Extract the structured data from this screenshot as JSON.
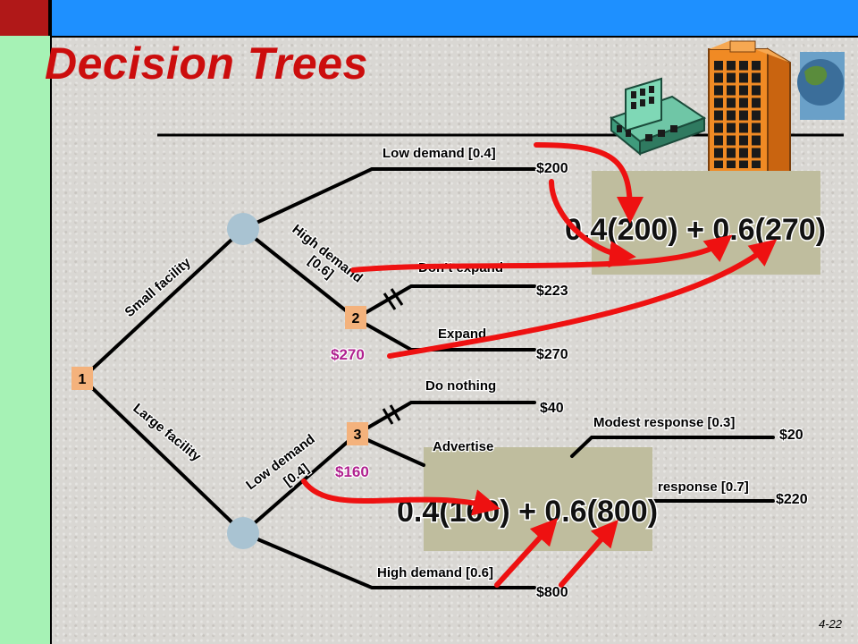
{
  "slide": {
    "title": "Decision Trees",
    "page_number": "4-22"
  },
  "decisions": {
    "node_1": "1",
    "node_2": "2",
    "node_3": "3"
  },
  "branches": {
    "small_facility": "Small facility",
    "large_facility": "Large facility",
    "low_demand_small": "Low demand [0.4]",
    "high_demand_small_line1": "High demand",
    "high_demand_small_line2": "[0.6]",
    "dont_expand": "Don’t expand",
    "expand": "Expand",
    "do_nothing": "Do nothing",
    "advertise": "Advertise",
    "modest_response": "Modest response [0.3]",
    "sizable_response": "response [0.7]",
    "low_demand_large_line1": "Low demand",
    "low_demand_large_line2": "[0.4]",
    "high_demand_large": "High demand [0.6]"
  },
  "payoffs": {
    "low_demand_small": "$200",
    "dont_expand": "$223",
    "expand": "$270",
    "do_nothing": "$40",
    "modest_response": "$20",
    "sizable_response": "$220",
    "high_demand_large": "$800"
  },
  "node_values": {
    "node_2": "$270",
    "node_3": "$160"
  },
  "formulas": {
    "small": "0.4(200) + 0.6(270)",
    "large": "0.4(160) + 0.6(800)"
  },
  "colors": {
    "title": "#cc0d0d",
    "arrow": "#ee1111",
    "node_value": "#b0218f",
    "chance_node": "#a9c3d2",
    "decision_node": "#f4b27c",
    "formula_box": "#bfbd9e"
  }
}
